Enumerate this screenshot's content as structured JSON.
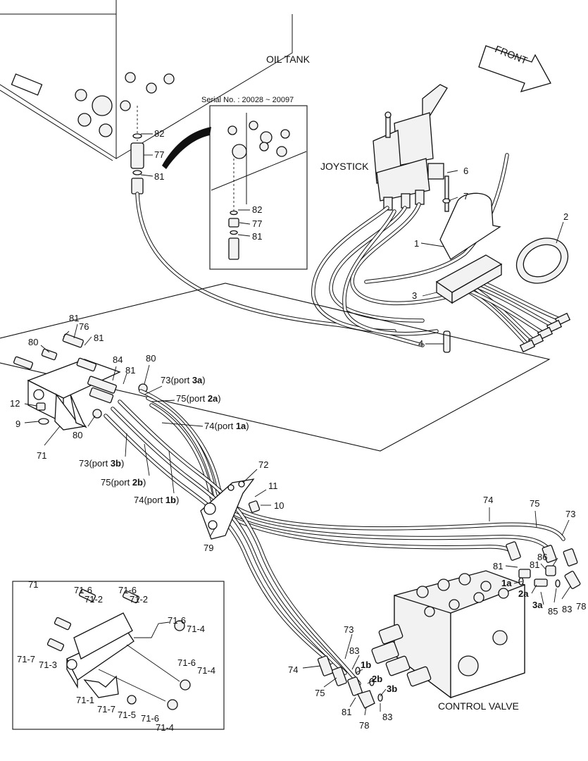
{
  "titles": {
    "oil_tank": "OIL TANK",
    "front": "FRONT",
    "joystick": "JOYSTICK",
    "control_valve": "CONTROL VALVE",
    "serial_no": "Serial No. : 20028 ~ 20097"
  },
  "labels": {
    "p82a": "82",
    "p77a": "77",
    "p81a": "81",
    "p82b": "82",
    "p77b": "77",
    "p81b": "81",
    "p6": "6",
    "p7": "7",
    "p1": "1",
    "p2": "2",
    "p3": "3",
    "p4": "4",
    "p81c": "81",
    "p76": "76",
    "p81d": "81",
    "p80a": "80",
    "p84": "84",
    "p81e": "81",
    "p80b": "80",
    "p12": "12",
    "p9": "9",
    "p80c": "80",
    "p71": "71",
    "p73_3a": "73",
    "port_3a_pre": "(port ",
    "port_3a_b": "3a",
    "port_3a_post": ")",
    "p75_2a": "75",
    "port_2a_pre": "(port ",
    "port_2a_b": "2a",
    "port_2a_post": ")",
    "p74_1a": "74",
    "port_1a_pre": "(port ",
    "port_1a_b": "1a",
    "port_1a_post": ")",
    "p73_3b": "73",
    "port_3b_pre": "(port ",
    "port_3b_b": "3b",
    "port_3b_post": ")",
    "p75_2b": "75",
    "port_2b_pre": "(port ",
    "port_2b_b": "2b",
    "port_2b_post": ")",
    "p74_1b": "74",
    "port_1b_pre": "(port ",
    "port_1b_b": "1b",
    "port_1b_post": ")",
    "p72": "72",
    "p11": "11",
    "p10": "10",
    "p79": "79",
    "p74r": "74",
    "p75r": "75",
    "p73r": "73",
    "p81f": "81",
    "p81g": "81",
    "p86": "86",
    "b1a": "1a",
    "b2a": "2a",
    "b3a": "3a",
    "p85": "85",
    "p78a": "78",
    "p83a": "83",
    "p73c": "73",
    "p83b": "83",
    "b1b": "1b",
    "b2b": "2b",
    "b3b": "3b",
    "p74c": "74",
    "p75c": "75",
    "p81h": "81",
    "p78b": "78",
    "p83c": "83",
    "i71": "71",
    "i71_6a": "71-6",
    "i71_2a": "71-2",
    "i71_6b": "71-6",
    "i71_2b": "71-2",
    "i71_6c": "71-6",
    "i71_4a": "71-4",
    "i71_7a": "71-7",
    "i71_3": "71-3",
    "i71_6d": "71-6",
    "i71_4b": "71-4",
    "i71_1": "71-1",
    "i71_7b": "71-7",
    "i71_5": "71-5",
    "i71_6e": "71-6",
    "i71_4c": "71-4"
  }
}
